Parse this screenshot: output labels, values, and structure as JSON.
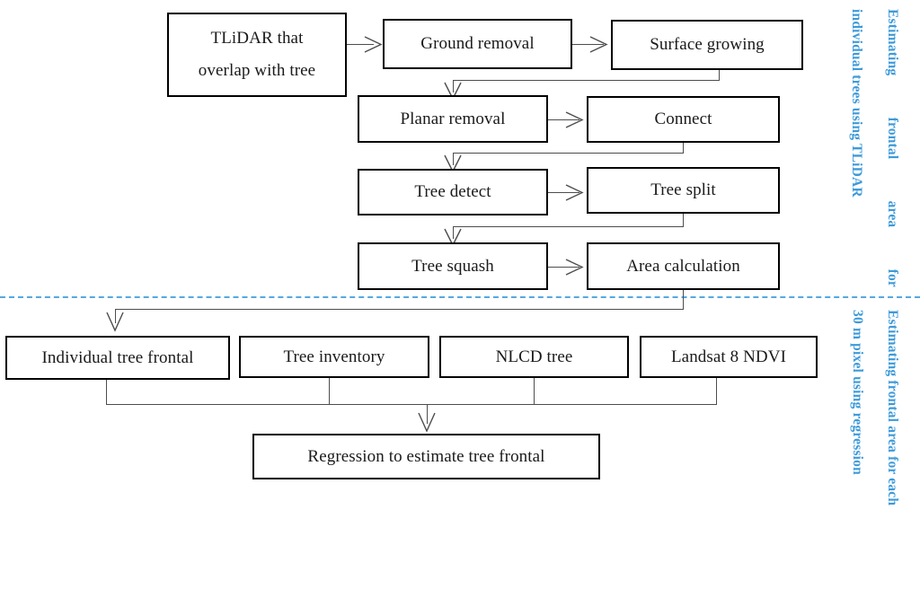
{
  "diagram": {
    "type": "flowchart",
    "title": "Tree frontal area estimation workflow",
    "colors": {
      "box_border": "#000000",
      "connector": "#4d4d4d",
      "divider_blue": "#56a8e0",
      "caption_blue": "#3d9ad9",
      "background": "#ffffff"
    },
    "sections": [
      {
        "id": "upper",
        "caption_line1": "Estimating    frontal    area    for",
        "caption_line2": "individual trees using TLiDAR"
      },
      {
        "id": "lower",
        "caption_line1": "Estimating frontal area for each",
        "caption_line2": "30 m pixel using regression"
      }
    ],
    "nodes": {
      "tlidar_overlap_l1": "TLiDAR that",
      "tlidar_overlap_l2": "overlap with tree",
      "ground_removal": "Ground removal",
      "surface_growing": "Surface growing",
      "planar_removal": "Planar removal",
      "connect": "Connect",
      "tree_detect": "Tree detect",
      "tree_split": "Tree split",
      "tree_squash": "Tree squash",
      "area_calculation": "Area calculation",
      "individual_tree_frontal": "Individual tree frontal",
      "tree_inventory": "Tree inventory",
      "nlcd_tree": "NLCD tree",
      "landsat8_ndvi": "Landsat 8 NDVI",
      "regression": "Regression to estimate tree frontal"
    },
    "edges": [
      {
        "from": "tlidar_overlap",
        "to": "ground_removal",
        "kind": "arrow-right"
      },
      {
        "from": "ground_removal",
        "to": "surface_growing",
        "kind": "arrow-right"
      },
      {
        "from": "surface_growing",
        "to": "planar_removal",
        "kind": "down-left-down-arrow"
      },
      {
        "from": "planar_removal",
        "to": "connect",
        "kind": "arrow-right"
      },
      {
        "from": "connect",
        "to": "tree_detect",
        "kind": "down-left-down-arrow"
      },
      {
        "from": "tree_detect",
        "to": "tree_split",
        "kind": "arrow-right"
      },
      {
        "from": "tree_split",
        "to": "tree_squash",
        "kind": "down-left-down-arrow"
      },
      {
        "from": "tree_squash",
        "to": "area_calculation",
        "kind": "arrow-right"
      },
      {
        "from": "area_calculation",
        "to": "individual_tree_frontal",
        "kind": "down-left-down-arrow"
      },
      {
        "from": "individual_tree_frontal",
        "to": "regression",
        "kind": "merge-bus-arrow"
      },
      {
        "from": "tree_inventory",
        "to": "regression",
        "kind": "merge-bus-arrow"
      },
      {
        "from": "nlcd_tree",
        "to": "regression",
        "kind": "merge-bus-arrow"
      },
      {
        "from": "landsat8_ndvi",
        "to": "regression",
        "kind": "merge-bus-arrow"
      }
    ]
  }
}
